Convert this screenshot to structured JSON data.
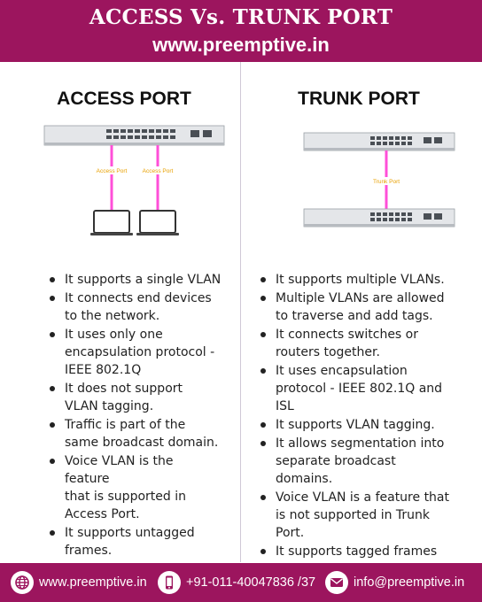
{
  "header": {
    "title": "ACCESS Vs. TRUNK PORT",
    "website": "www.preemptive.in"
  },
  "access": {
    "title": "ACCESS PORT",
    "port_label_1": "Access Port",
    "port_label_2": "Access Port",
    "items": [
      {
        "lines": [
          "It supports a single VLAN"
        ]
      },
      {
        "lines": [
          "It connects end devices",
          "to the network."
        ]
      },
      {
        "lines": [
          "It uses only one",
          "encapsulation protocol -",
          "IEEE 802.1Q"
        ]
      },
      {
        "lines": [
          "It does not support",
          "VLAN tagging."
        ]
      },
      {
        "lines": [
          "Traffic is part of the",
          "same broadcast domain."
        ]
      },
      {
        "lines": [
          "Voice VLAN is the",
          "feature",
          "that is supported in",
          "Access Port."
        ]
      },
      {
        "lines": [
          "It supports untagged",
          "frames."
        ]
      }
    ]
  },
  "trunk": {
    "title": "TRUNK PORT",
    "port_label": "Trunk Port",
    "items": [
      {
        "lines": [
          "It supports multiple VLANs."
        ]
      },
      {
        "lines": [
          "Multiple VLANs are allowed",
          "to traverse and add tags."
        ]
      },
      {
        "lines": [
          "It connects switches or",
          "routers together."
        ]
      },
      {
        "lines": [
          "It uses encapsulation",
          "protocol - IEEE 802.1Q and",
          "ISL"
        ]
      },
      {
        "lines": [
          "It supports VLAN tagging."
        ]
      },
      {
        "lines": [
          "It allows segmentation into",
          "separate broadcast",
          "domains."
        ]
      },
      {
        "lines": [
          "Voice VLAN is a feature that",
          "is not supported in Trunk",
          "Port."
        ]
      },
      {
        "lines": [
          "It supports tagged frames"
        ]
      }
    ]
  },
  "footer": {
    "website": "www.preemptive.in",
    "phone": "+91-011-40047836 /37",
    "email": "info@preemptive.in",
    "icons": {
      "web": "globe-icon",
      "phone": "mobile-phone-icon",
      "email": "envelope-icon"
    }
  },
  "colors": {
    "brand": "#9c155e",
    "cable": "#ff4fd8",
    "label": "#e8a000"
  }
}
